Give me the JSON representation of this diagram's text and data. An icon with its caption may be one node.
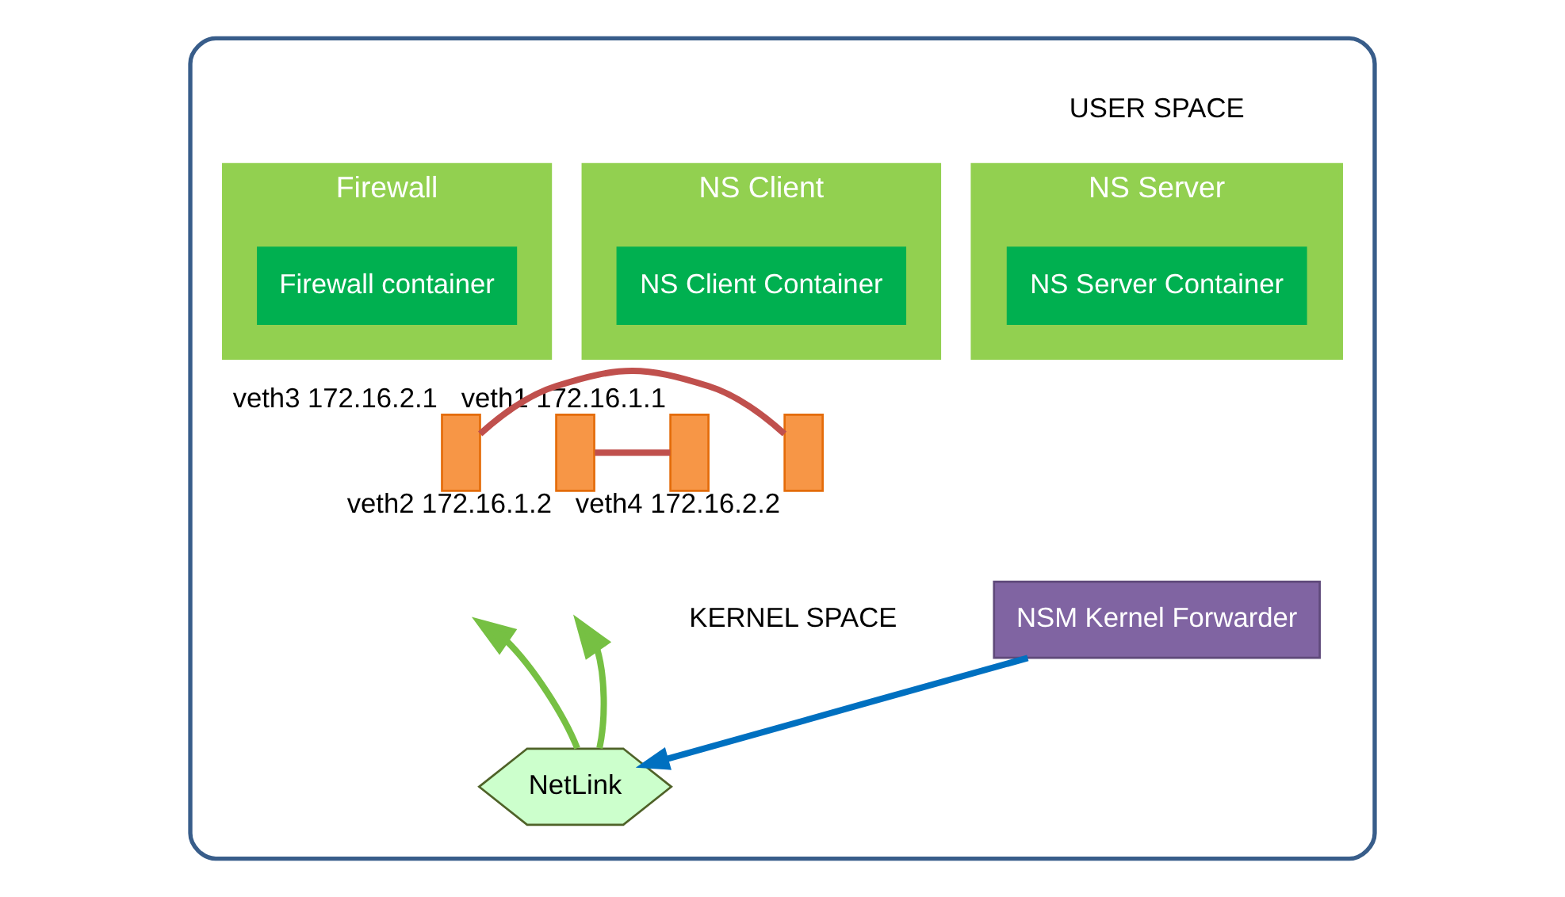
{
  "diagram": {
    "nodes": [
      {
        "text": [],
        "shape": "box"
      },
      {
        "text": [
          "NS Client"
        ],
        "in": 0
      },
      {
        "text": [
          "NS Client Container"
        ],
        "in": 1
      },
      {
        "text": [
          "Firewall"
        ],
        "in": 0
      },
      {
        "text": [
          "Firewall container"
        ],
        "in": 3
      },
      {
        "text": [
          "NS Server"
        ],
        "in": 0
      },
      {
        "text": [
          "NS Server Container"
        ],
        "in": 5
      },
      {
        "text": [],
        "shape": "box",
        "beside": [
          "veth1 172.16.1.1"
        ],
        "in": 0
      },
      {
        "text": [],
        "shape": "box",
        "beside": [
          "veth2 172.16.1.2"
        ],
        "in": 0
      },
      {
        "text": [],
        "shape": "box",
        "beside": [
          "veth3 172.16.2.1"
        ],
        "in": 0
      },
      {
        "text": [],
        "shape": "box",
        "beside": [
          "veth4 172.16.2.2"
        ],
        "in": 0
      },
      {
        "text": [
          "NSM Kernel Forwarder"
        ],
        "in": 0
      },
      {
        "text": [
          "NetLink"
        ],
        "in": 0
      }
    ],
    "edges": [
      {
        "from": 7,
        "to": 8,
        "arrow": "none",
        "color": "#c0504d"
      },
      {
        "from": 9,
        "to": 10,
        "arrow": "none",
        "color": "#c0504d"
      },
      {
        "from": 12,
        "to": null,
        "arrow": "to",
        "color": "#76c043"
      },
      {
        "from": 12,
        "to": null,
        "arrow": "to",
        "color": "#76c043"
      },
      {
        "from": 11,
        "to": 12,
        "arrow": "to",
        "color": "#0070c0"
      }
    ],
    "labels": [
      "USER SPACE",
      "KERNEL SPACE"
    ]
  }
}
